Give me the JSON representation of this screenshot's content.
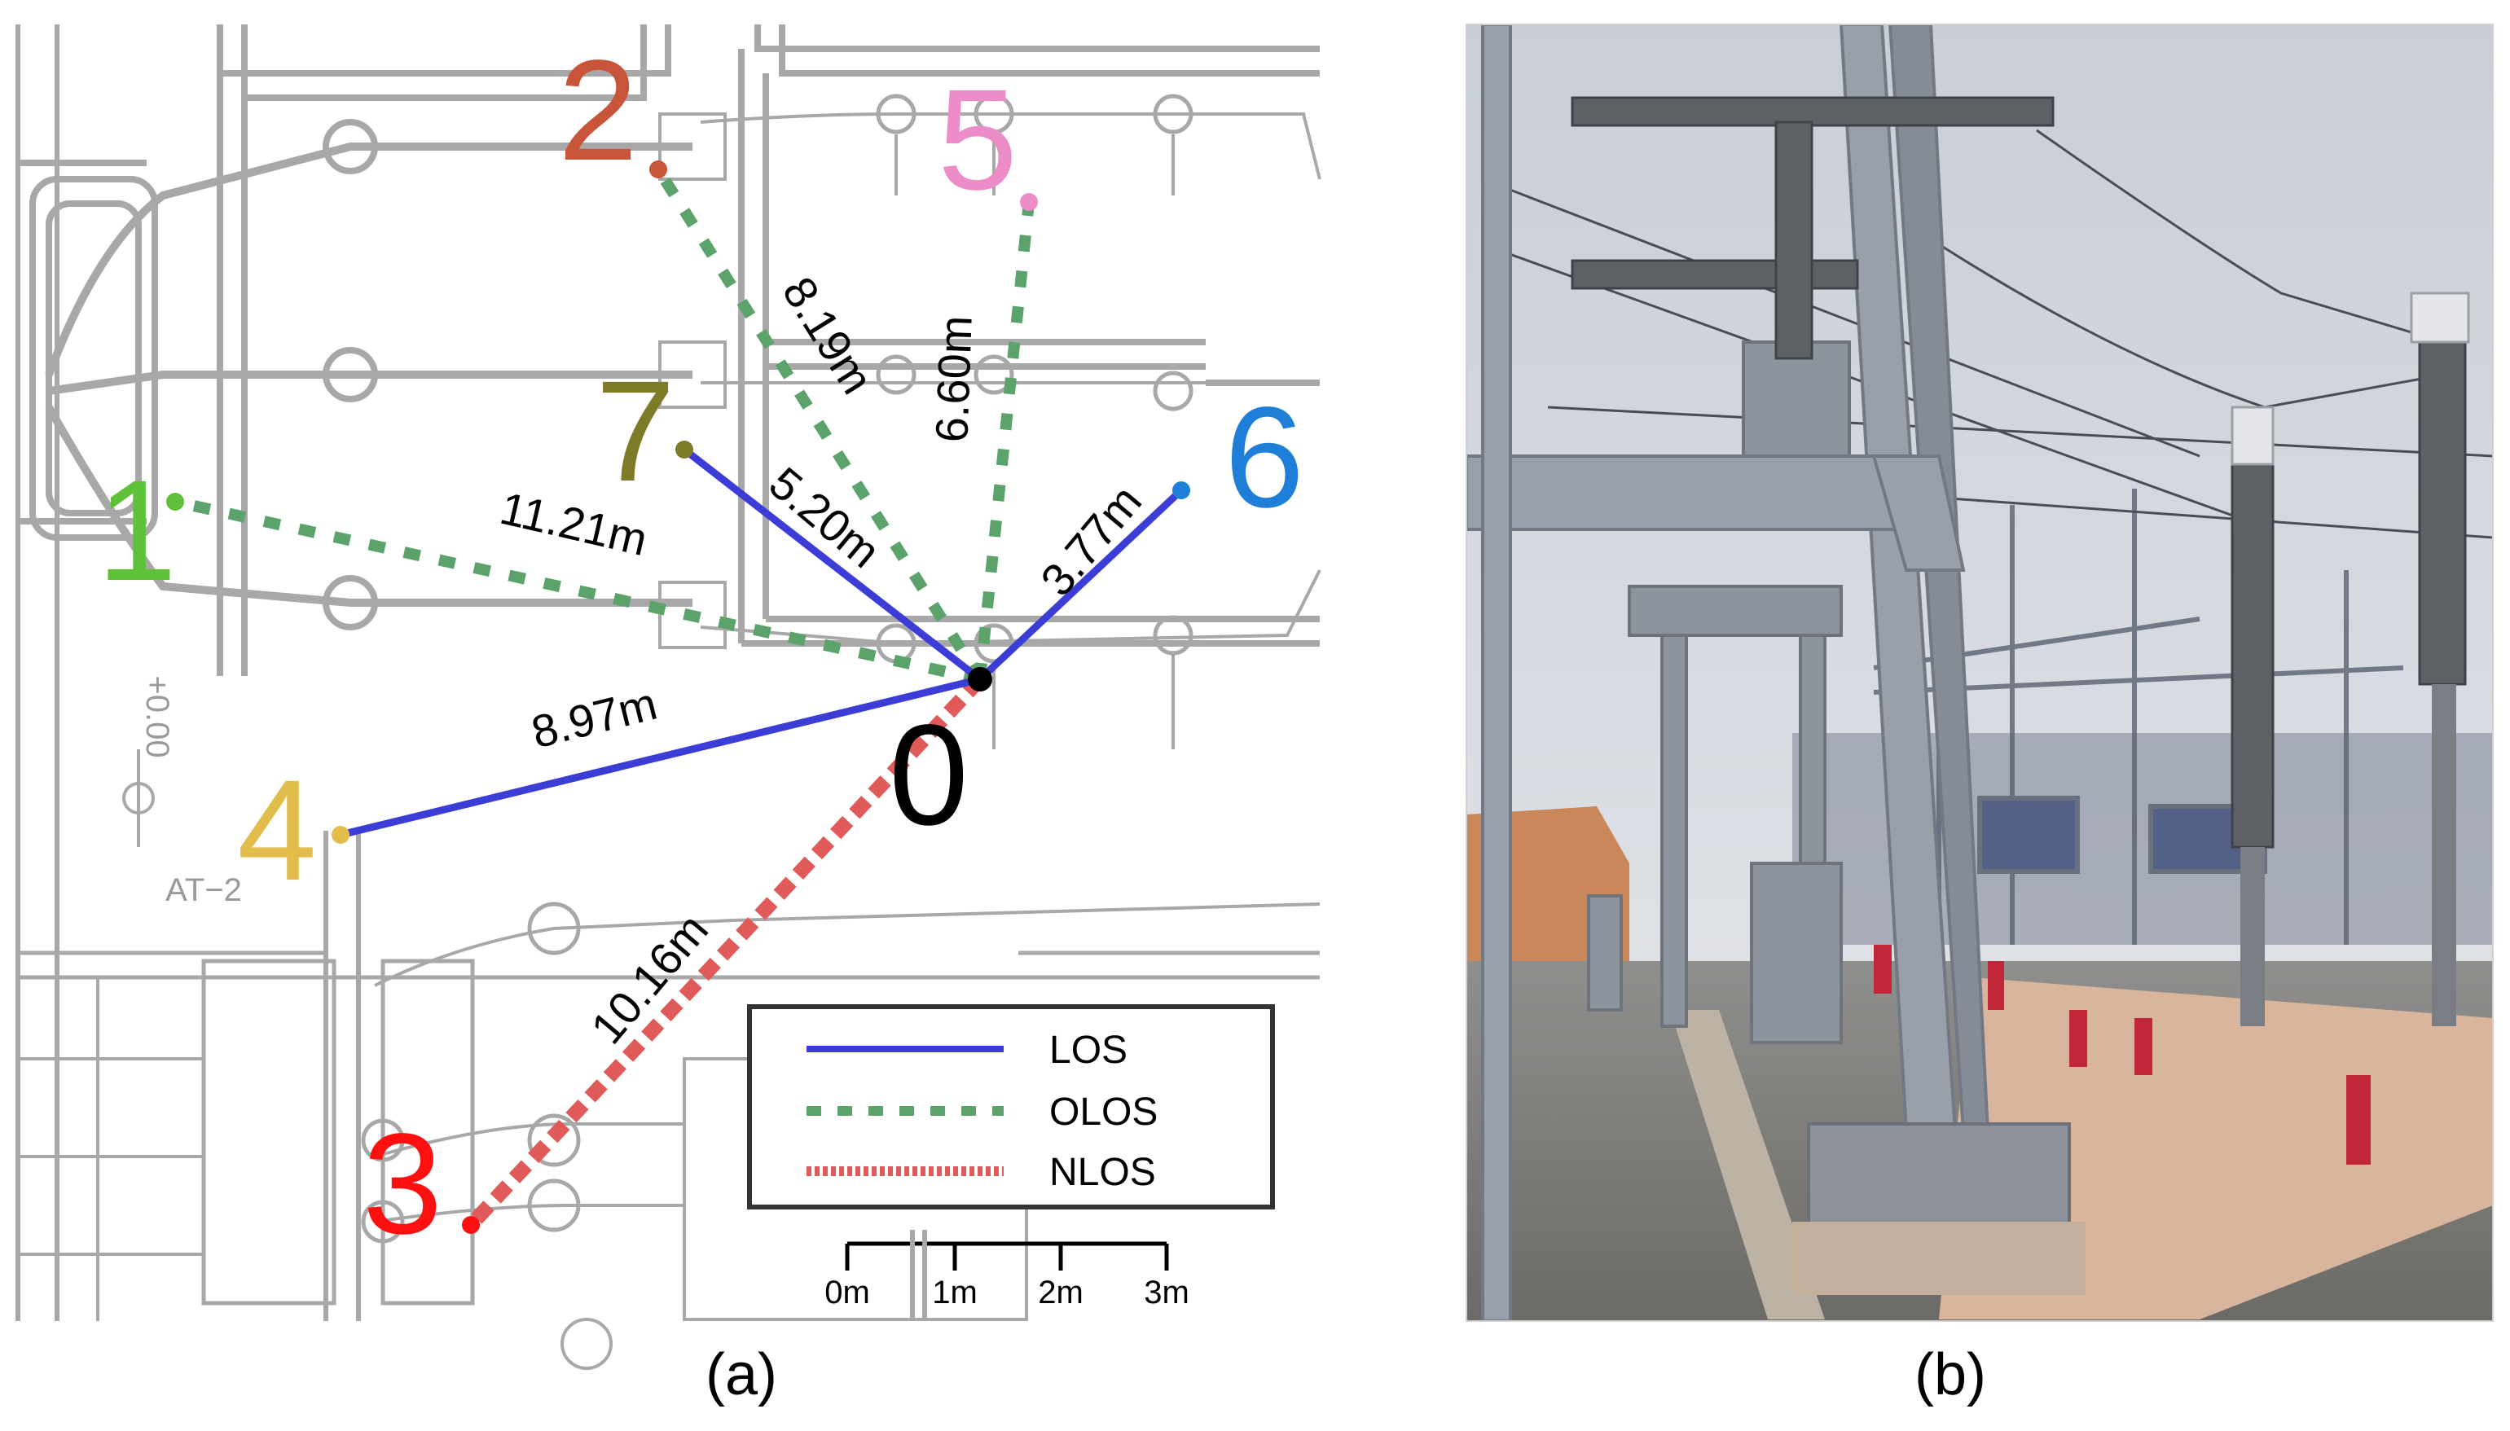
{
  "panels": {
    "a": {
      "caption": "(a)"
    },
    "b": {
      "caption": "(b)"
    }
  },
  "drawing_annotations": {
    "label_at": "AT−2",
    "label_elev": "+0.00"
  },
  "nodes": [
    {
      "id": "0",
      "label": "0",
      "color": "#000000"
    },
    {
      "id": "1",
      "label": "1",
      "color": "#5fc13a"
    },
    {
      "id": "2",
      "label": "2",
      "color": "#c8553a"
    },
    {
      "id": "3",
      "label": "3",
      "color": "#ff1010"
    },
    {
      "id": "4",
      "label": "4",
      "color": "#e2bd4c"
    },
    {
      "id": "5",
      "label": "5",
      "color": "#ec8cc8"
    },
    {
      "id": "6",
      "label": "6",
      "color": "#1e7ed8"
    },
    {
      "id": "7",
      "label": "7",
      "color": "#7d7a28"
    }
  ],
  "links": [
    {
      "from": "0",
      "to": "1",
      "type": "OLOS",
      "distance": "11.21m"
    },
    {
      "from": "0",
      "to": "2",
      "type": "OLOS",
      "distance": "8.19m"
    },
    {
      "from": "0",
      "to": "3",
      "type": "NLOS",
      "distance": "10.16m"
    },
    {
      "from": "0",
      "to": "4",
      "type": "LOS",
      "distance": "8.97m"
    },
    {
      "from": "0",
      "to": "5",
      "type": "OLOS",
      "distance": "6.60m"
    },
    {
      "from": "0",
      "to": "6",
      "type": "LOS",
      "distance": "3.77m"
    },
    {
      "from": "0",
      "to": "7",
      "type": "LOS",
      "distance": "5.20m"
    }
  ],
  "legend": [
    {
      "type": "LOS",
      "label": "LOS",
      "color": "#3c3cd6"
    },
    {
      "type": "OLOS",
      "label": "OLOS",
      "color": "#5ba36a"
    },
    {
      "type": "NLOS",
      "label": "NLOS",
      "color": "#e05a5a"
    }
  ],
  "scale_bar": {
    "ticks": [
      "0m",
      "1m",
      "2m",
      "3m"
    ]
  },
  "colors": {
    "los": "#3c3cd6",
    "olos": "#5ba36a",
    "nlos": "#e05a5a",
    "blueprint": "#a8a8a8"
  }
}
